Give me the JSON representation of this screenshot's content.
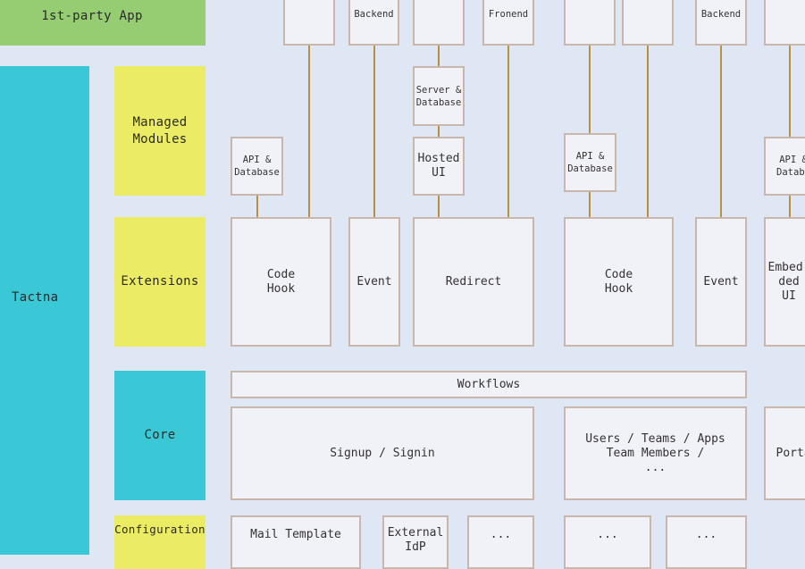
{
  "layers": {
    "first_party_app": "1st-party App",
    "tactna": "Tactna",
    "managed_modules": "Managed\nModules",
    "extensions": "Extensions",
    "core": "Core",
    "configuration": "Configuration"
  },
  "top_row": {
    "backend_a": "Backend",
    "frontend": "Fronend",
    "backend_b": "Backend"
  },
  "managed_modules": {
    "api_db_a": "API &\nDatabase",
    "server_db": "Server &\nDatabase",
    "hosted_ui": "Hosted\nUI",
    "api_db_b": "API &\nDatabase",
    "api_db_c": "API &\nDataba"
  },
  "extensions": {
    "code_hook_a": "Code\nHook",
    "event_a": "Event",
    "redirect": "Redirect",
    "code_hook_b": "Code\nHook",
    "event_b": "Event",
    "embedded_ui": "Embed-\nded\nUI"
  },
  "core": {
    "workflows": "Workflows",
    "signup_signin": "Signup / Signin",
    "users_teams": "Users / Teams / Apps\nTeam Members /\n...",
    "portal": "Portal"
  },
  "configuration": {
    "mail_template": "Mail Template",
    "external_idp": "External\nIdP",
    "more_a": "...",
    "more_b": "...",
    "more_c": "..."
  }
}
